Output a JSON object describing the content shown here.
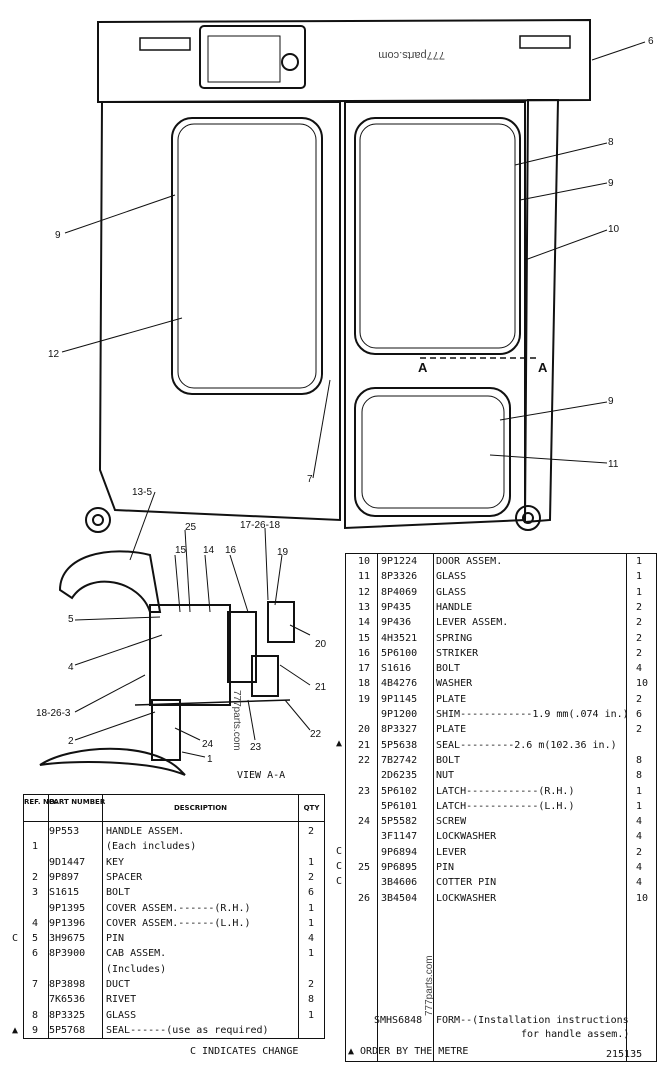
{
  "watermark": "777parts.com",
  "callouts": [
    "6",
    "8",
    "9",
    "10",
    "9",
    "11",
    "9",
    "12",
    "7",
    "13-5",
    "25",
    "15",
    "14",
    "16",
    "17-26-18",
    "19",
    "20",
    "5",
    "4",
    "21",
    "18-26-3",
    "2",
    "22",
    "23",
    "24",
    "1"
  ],
  "section_marks": [
    "A",
    "A"
  ],
  "view_label": "VIEW A-A",
  "right_table": {
    "rows": [
      {
        "ref": "10",
        "part": "9P1224",
        "desc": "DOOR ASSEM.",
        "qty": "1"
      },
      {
        "ref": "11",
        "part": "8P3326",
        "desc": "GLASS",
        "qty": "1"
      },
      {
        "ref": "12",
        "part": "8P4069",
        "desc": "GLASS",
        "qty": "1"
      },
      {
        "ref": "13",
        "part": "9P435",
        "desc": "HANDLE",
        "qty": "2"
      },
      {
        "ref": "14",
        "part": "9P436",
        "desc": "LEVER ASSEM.",
        "qty": "2"
      },
      {
        "ref": "15",
        "part": "4H3521",
        "desc": "SPRING",
        "qty": "2"
      },
      {
        "ref": "16",
        "part": "5P6100",
        "desc": "STRIKER",
        "qty": "2"
      },
      {
        "ref": "17",
        "part": "S1616",
        "desc": "BOLT",
        "qty": "4"
      },
      {
        "ref": "18",
        "part": "4B4276",
        "desc": "WASHER",
        "qty": "10"
      },
      {
        "ref": "19",
        "part": "9P1145",
        "desc": "PLATE",
        "qty": "2"
      },
      {
        "ref": "",
        "part": "9P1200",
        "desc": "SHIM------------1.9 mm(.074 in.)",
        "qty": "6"
      },
      {
        "ref": "20",
        "part": "8P3327",
        "desc": "PLATE",
        "qty": "2"
      },
      {
        "ref": "21",
        "part": "5P5638",
        "desc": "SEAL---------2.6 m(102.36 in.)",
        "qty": ""
      },
      {
        "ref": "22",
        "part": "7B2742",
        "desc": "BOLT",
        "qty": "8"
      },
      {
        "ref": "",
        "part": "2D6235",
        "desc": "NUT",
        "qty": "8"
      },
      {
        "ref": "23",
        "part": "5P6102",
        "desc": "LATCH------------(R.H.)",
        "qty": "1"
      },
      {
        "ref": "",
        "part": "5P6101",
        "desc": "LATCH------------(L.H.)",
        "qty": "1"
      },
      {
        "ref": "24",
        "part": "5P5582",
        "desc": "SCREW",
        "qty": "4"
      },
      {
        "ref": "",
        "part": "3F1147",
        "desc": "LOCKWASHER",
        "qty": "4"
      },
      {
        "ref": "",
        "part": "9P6894",
        "desc": "LEVER",
        "qty": "2"
      },
      {
        "ref": "25",
        "part": "9P6895",
        "desc": "PIN",
        "qty": "4"
      },
      {
        "ref": "",
        "part": "3B4606",
        "desc": "COTTER PIN",
        "qty": "4"
      },
      {
        "ref": "26",
        "part": "3B4504",
        "desc": "LOCKWASHER",
        "qty": "10"
      }
    ],
    "form_part": "SMHS6848",
    "form_desc_1": "FORM--(Installation instructions",
    "form_desc_2": "for handle assem.)"
  },
  "left_table": {
    "headers": {
      "ref": "REF. NO.",
      "part": "PART NUMBER",
      "desc": "DESCRIPTION",
      "qty": "QTY"
    },
    "rows": [
      {
        "ref": "",
        "part": "9P553",
        "desc": "HANDLE ASSEM.",
        "qty": "2"
      },
      {
        "ref": "1",
        "part": "",
        "desc": "(Each includes)",
        "qty": ""
      },
      {
        "ref": "",
        "part": "9D1447",
        "desc": "KEY",
        "qty": "1"
      },
      {
        "ref": "2",
        "part": "9P897",
        "desc": "SPACER",
        "qty": "2"
      },
      {
        "ref": "3",
        "part": "S1615",
        "desc": "BOLT",
        "qty": "6"
      },
      {
        "ref": "",
        "part": "9P1395",
        "desc": "COVER ASSEM.------(R.H.)",
        "qty": "1"
      },
      {
        "ref": "4",
        "part": "9P1396",
        "desc": "COVER ASSEM.------(L.H.)",
        "qty": "1"
      },
      {
        "ref": "5",
        "part": "3H9675",
        "desc": "PIN",
        "qty": "4"
      },
      {
        "ref": "6",
        "part": "8P3900",
        "desc": "CAB ASSEM.",
        "qty": "1"
      },
      {
        "ref": "",
        "part": "",
        "desc": "(Includes)",
        "qty": ""
      },
      {
        "ref": "7",
        "part": "8P3898",
        "desc": "DUCT",
        "qty": "2"
      },
      {
        "ref": "",
        "part": "7K6536",
        "desc": "RIVET",
        "qty": "8"
      },
      {
        "ref": "8",
        "part": "8P3325",
        "desc": "GLASS",
        "qty": "1"
      },
      {
        "ref": "9",
        "part": "5P5768",
        "desc": "SEAL------(use as required)",
        "qty": ""
      }
    ]
  },
  "footnote_change": "C INDICATES CHANGE",
  "footnote_metre": "▲ ORDER BY THE METRE",
  "figure_number": "215135"
}
